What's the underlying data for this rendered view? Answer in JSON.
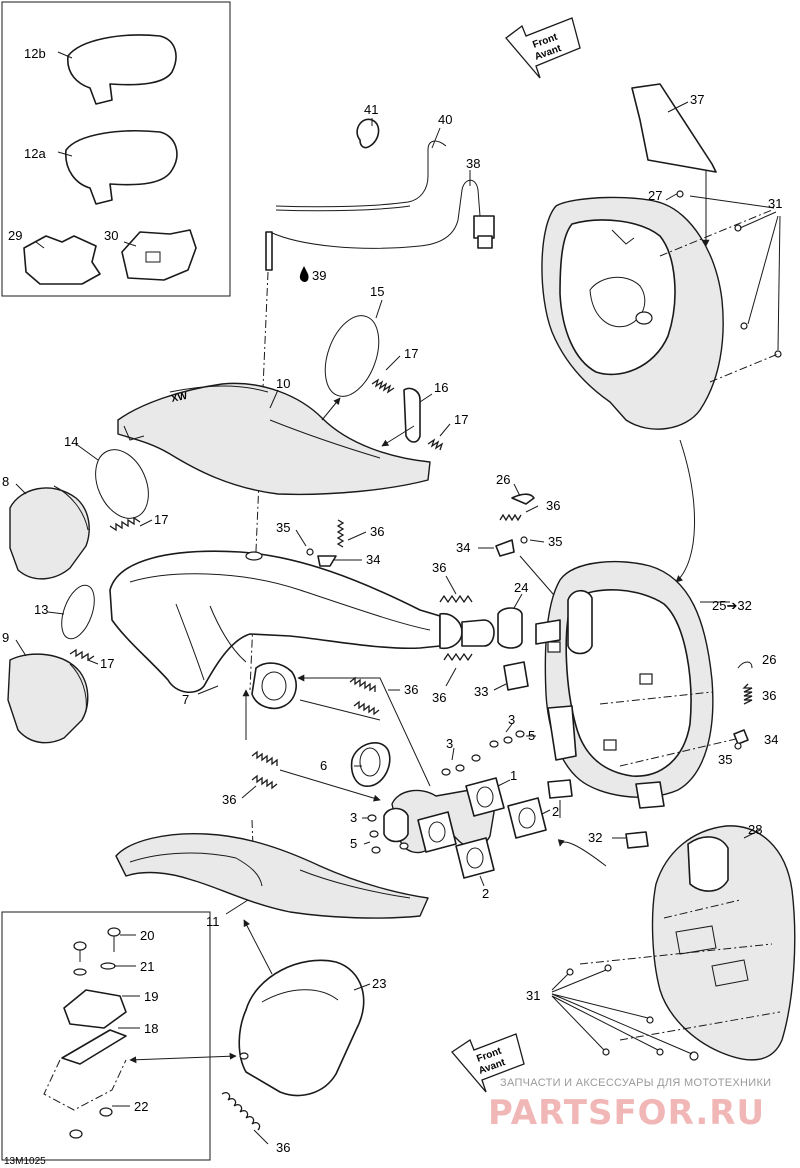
{
  "diagram": {
    "drawing_code": "13M1025",
    "direction_label": {
      "line1": "Front",
      "line2": "Avant"
    },
    "watermark": {
      "caption": "ЗАПЧАСТИ И АКСЕССУАРЫ ДЛЯ МОТОТЕХНИКИ",
      "logo": "PARTSFOR.RU"
    },
    "callouts": {
      "c1": "1",
      "c2a": "2",
      "c2b": "2",
      "c3a": "3",
      "c3b": "3",
      "c3c": "3",
      "c5a": "5",
      "c5b": "5",
      "c6": "6",
      "c7": "7",
      "c8": "8",
      "c9": "9",
      "c10": "10",
      "c11": "11",
      "c12a": "12a",
      "c12b": "12b",
      "c13": "13",
      "c14": "14",
      "c15": "15",
      "c16": "16",
      "c17a": "17",
      "c17b": "17",
      "c17c": "17",
      "c17d": "17",
      "c18": "18",
      "c19": "19",
      "c20": "20",
      "c21": "21",
      "c22": "22",
      "c23": "23",
      "c24": "24",
      "c25": "25➔32",
      "c26a": "26",
      "c26b": "26",
      "c27": "27",
      "c28": "28",
      "c29": "29",
      "c30": "30",
      "c31a": "31",
      "c31b": "31",
      "c32": "32",
      "c33": "33",
      "c34a": "34",
      "c34b": "34",
      "c34c": "34",
      "c35a": "35",
      "c35b": "35",
      "c35c": "35",
      "c36a": "36",
      "c36b": "36",
      "c36c": "36",
      "c36d": "36",
      "c36e": "36",
      "c36f": "36",
      "c36g": "36",
      "c36h": "36",
      "c37": "37",
      "c38": "38",
      "c39": "39",
      "c40": "40",
      "c41": "41"
    }
  }
}
